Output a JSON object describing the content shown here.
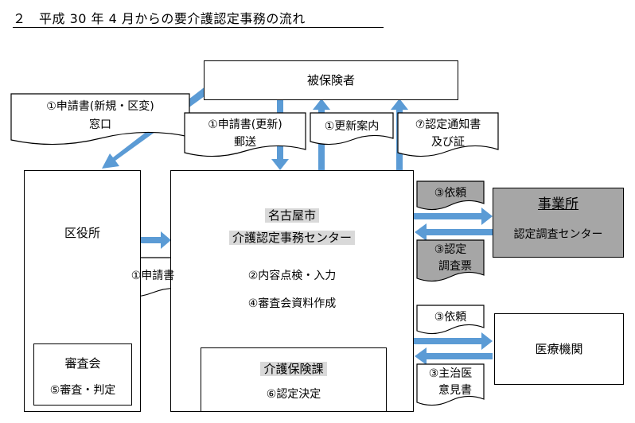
{
  "title": "２　平成 30 年 4 月からの要介護認定事務の流れ",
  "nodes": {
    "insured": "被保険者",
    "ward_office": "区役所",
    "center_line1": "名古屋市",
    "center_line2": "介護認定事務センター",
    "center_task1": "②内容点検・入力",
    "center_task2": "④審査会資料作成",
    "review_board": "審査会",
    "review_task": "⑤審査・判定",
    "care_section": "介護保険課",
    "care_task": "⑥認定決定",
    "office_line1": "事業所",
    "office_line2": "認定調査センター",
    "medical": "医療機関"
  },
  "documents": {
    "app_window_1": "①申請書(新規・区変)",
    "app_window_2": "窓口",
    "app_mail_1": "①申請書(更新)",
    "app_mail_2": "郵送",
    "renewal_notice": "①更新案内",
    "cert_notice_1": "⑦認定通知書",
    "cert_notice_2": "及び証",
    "ward_application": "①申請書",
    "office_request": "③依頼",
    "survey_1": "③認定",
    "survey_2": "調査票",
    "medical_request": "③依頼",
    "opinion_1": "③主治医",
    "opinion_2": "意見書"
  },
  "colors": {
    "arrow": "#5b9bd5",
    "office_fill": "#a6a6a6",
    "doc_gray": "#a6a6a6",
    "highlight": "#d9d9d9"
  }
}
